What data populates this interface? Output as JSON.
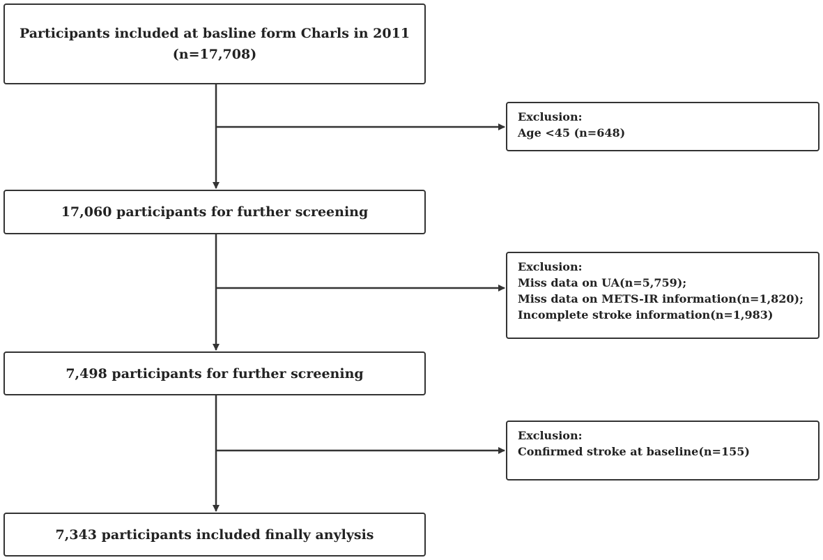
{
  "main_boxes": [
    {
      "lines": [
        "Participants included at basline form Charls in 2011",
        "(n=17,708)"
      ]
    },
    {
      "lines": [
        "17,060 participants for further screening"
      ]
    },
    {
      "lines": [
        "7,498 participants for further screening"
      ]
    },
    {
      "lines": [
        "7,343 participants included finally anylysis"
      ]
    }
  ],
  "exclusion_boxes": [
    {
      "lines": [
        "Exclusion:",
        "Age <45 (n=648)"
      ]
    },
    {
      "lines": [
        "Exclusion:",
        "Miss data on UA(n=5,759);",
        "Miss data on METS-IR information(n=1,820);",
        "Incomplete stroke information(n=1,983)"
      ]
    },
    {
      "lines": [
        "Exclusion:",
        "Confirmed stroke at baseline(n=155)"
      ]
    }
  ],
  "colors": {
    "stroke": "#333333",
    "text": "#222222",
    "background": "#ffffff"
  }
}
